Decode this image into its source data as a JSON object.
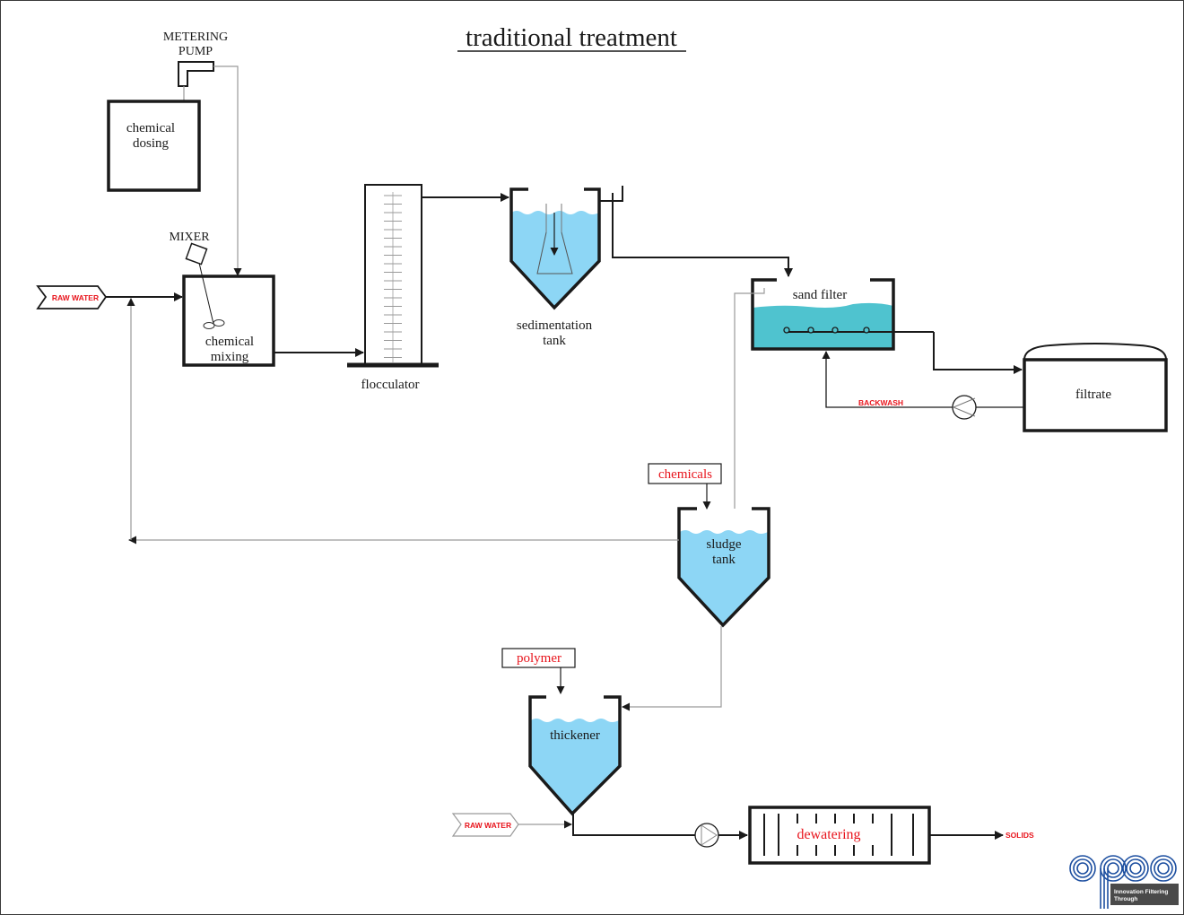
{
  "title": "traditional treatment",
  "colors": {
    "water_blue": "#8dd6f5",
    "filter_teal": "#4fc3cf",
    "label_red": "#e8141c",
    "line_dark": "#1a1a1a",
    "line_grey": "#9a9a9a",
    "logo_blue": "#1d4fa0",
    "logo_tag_bg": "#4a4a4a"
  },
  "labels": {
    "metering_pump_line1": "METERING",
    "metering_pump_line2": "PUMP",
    "chemical_dosing_line1": "chemical",
    "chemical_dosing_line2": "dosing",
    "mixer": "MIXER",
    "chemical_mixing_line1": "chemical",
    "chemical_mixing_line2": "mixing",
    "raw_water_inlet": "RAW WATER",
    "flocculator": "flocculator",
    "sedimentation_line1": "sedimentation",
    "sedimentation_line2": "tank",
    "sand_filter": "sand filter",
    "filtrate": "filtrate",
    "backwash": "BACKWASH",
    "chemicals": "chemicals",
    "sludge_line1": "sludge",
    "sludge_line2": "tank",
    "polymer": "polymer",
    "thickener": "thickener",
    "raw_water_thickener": "RAW WATER",
    "dewatering": "dewatering",
    "solids": "SOLIDS"
  },
  "logo": {
    "name": "epoc",
    "tagline_line1": "Innovation Filtering",
    "tagline_line2": "Through"
  }
}
